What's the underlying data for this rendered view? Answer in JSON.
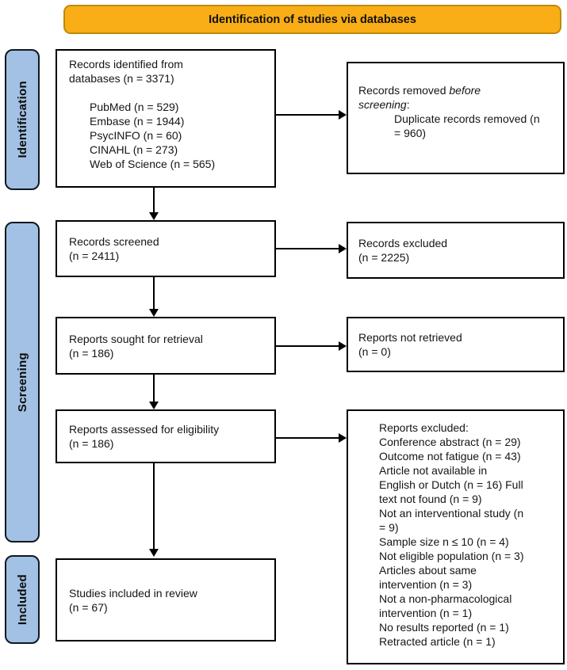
{
  "banner": {
    "label": "Identification of studies via databases"
  },
  "stages": {
    "identification": "Identification",
    "screening": "Screening",
    "included": "Included"
  },
  "flow": {
    "identified": {
      "title": "Records identified from\ndatabases (n = 3371)",
      "sources": [
        "PubMed (n = 529)",
        "Embase (n = 1944)",
        "PsycINFO (n = 60)",
        "CINAHL (n = 273)",
        "Web of Science (n = 565)"
      ]
    },
    "screened": "Records screened\n(n = 2411)",
    "sought": "Reports sought for retrieval\n(n = 186)",
    "assessed": "Reports assessed for eligibility\n(n = 186)",
    "included": "Studies included in review\n(n = 67)"
  },
  "exclusions": {
    "removed_before": {
      "pre": "Records removed ",
      "italic": "before\nscreening",
      "post": ":",
      "detail": "Duplicate records removed (n\n= 960)"
    },
    "records_excluded": "Records excluded\n(n = 2225)",
    "not_retrieved": "Reports not retrieved\n(n = 0)",
    "reports_excluded": {
      "title": "Reports excluded:",
      "reasons": [
        "Conference abstract (n = 29)",
        "Outcome not fatigue (n = 43)",
        "Article not available in\nEnglish or Dutch (n = 16) Full\ntext not found (n = 9)",
        "Not an interventional study (n\n= 9)",
        "Sample size n ≤ 10 (n = 4)",
        "Not eligible population (n = 3)",
        "Articles about same\nintervention (n = 3)",
        "Not a non-pharmacological\nintervention (n = 1)",
        "No results reported (n = 1)",
        "Retracted article (n = 1)"
      ]
    }
  },
  "colors": {
    "banner_fill": "#F9AD16",
    "banner_border": "#BC8B0B",
    "stage_fill": "#A2C1E4",
    "box_border": "#000000"
  }
}
